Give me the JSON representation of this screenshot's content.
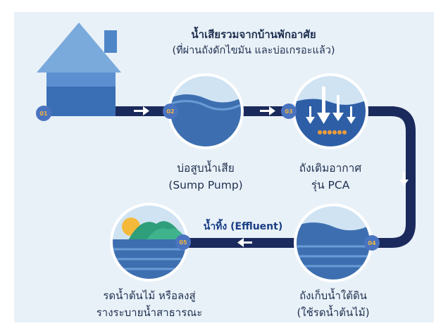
{
  "header": {
    "title": "น้ำเสียรวมจากบ้านพักอาศัย",
    "subtitle": "(ที่ผ่านถังดักไขมัน และบ่อเกรอะแล้ว)"
  },
  "steps": [
    {
      "num": "01"
    },
    {
      "num": "02",
      "label_line1": "บ่อสูบน้ำเสีย",
      "label_line2": "(Sump Pump)"
    },
    {
      "num": "03",
      "label_line1": "ถังเติมอากาศ",
      "label_line2": "รุ่น PCA"
    },
    {
      "num": "04",
      "label_line1": "ถังเก็บน้ำใต้ดิน",
      "label_line2": "(ใช้รดน้ำต้นไม้)"
    },
    {
      "num": "05",
      "label_line1": "รดน้ำต้นไม้ หรือลงสู่",
      "label_line2": "รางระบายน้ำสาธารณะ"
    }
  ],
  "flow_label": "น้ำทิ้ง (Effluent)",
  "colors": {
    "pipe": "#1b2a5c",
    "house": "#6e9fd6",
    "house_body": "#3a6fb6",
    "badge": "#4a73c0",
    "badge_text": "#f3b53c",
    "water": "#3d6fb0",
    "background": "#e9f1f8"
  }
}
